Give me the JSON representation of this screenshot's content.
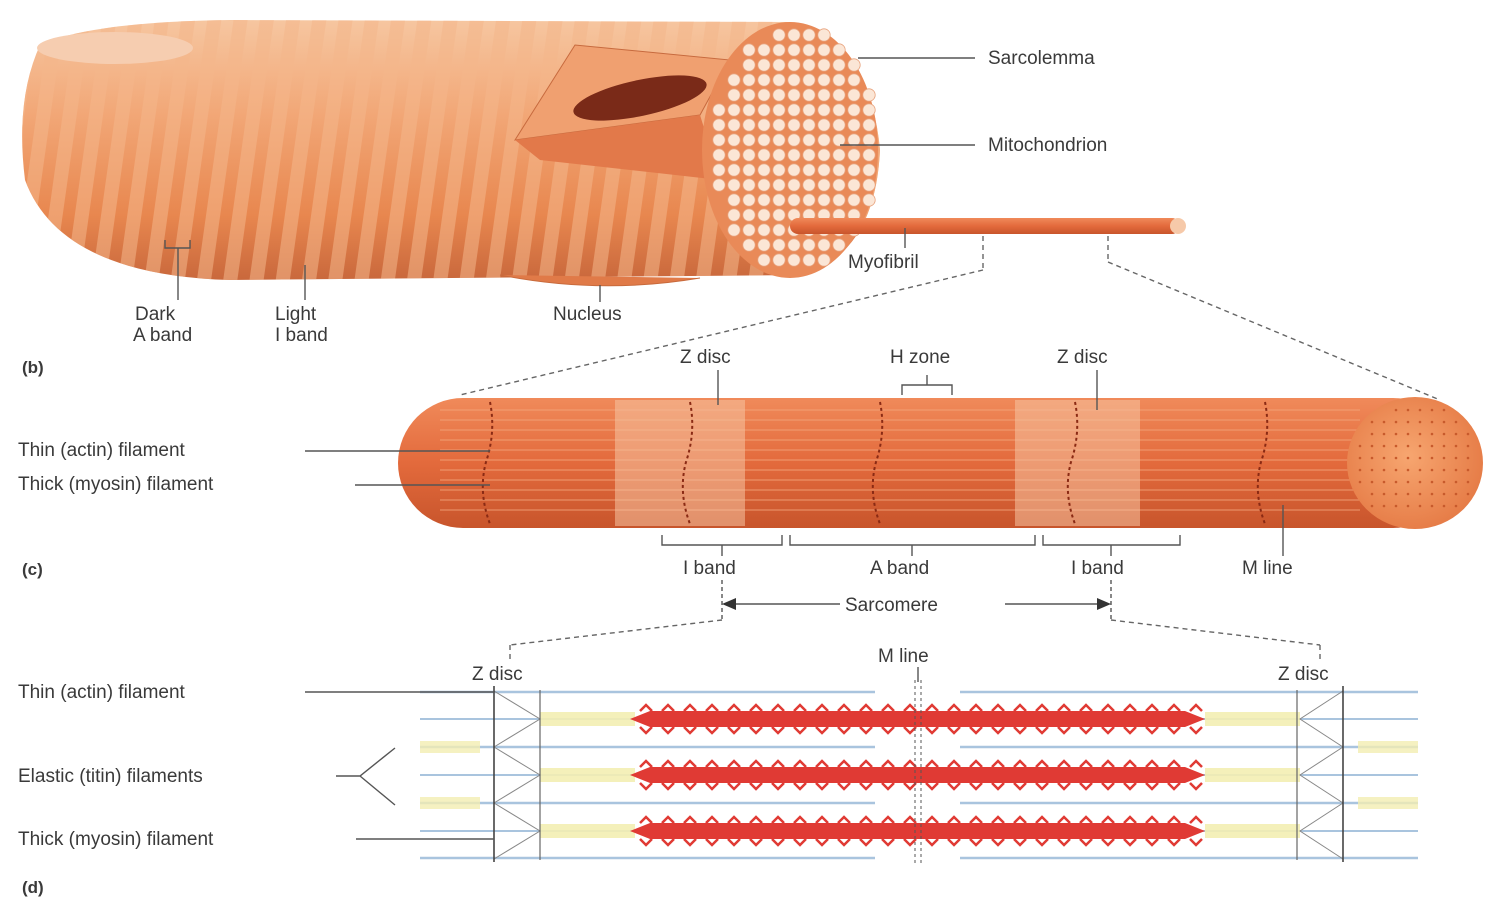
{
  "panel_b": {
    "letter": "(b)",
    "labels": {
      "sarcolemma": "Sarcolemma",
      "mitochondrion": "Mitochondrion",
      "myofibril": "Myofibril",
      "dark_a_band_1": "Dark",
      "dark_a_band_2": "A band",
      "light_i_band_1": "Light",
      "light_i_band_2": "I band",
      "nucleus": "Nucleus"
    }
  },
  "panel_c": {
    "letter": "(c)",
    "labels": {
      "z_disc_left": "Z disc",
      "h_zone": "H zone",
      "z_disc_right": "Z disc",
      "thin_filament": "Thin (actin) filament",
      "thick_filament": "Thick (myosin) filament",
      "i_band_left": "I band",
      "a_band": "A band",
      "i_band_right": "I band",
      "m_line": "M line",
      "sarcomere": "Sarcomere"
    }
  },
  "panel_d": {
    "letter": "(d)",
    "labels": {
      "z_disc_left": "Z disc",
      "m_line": "M line",
      "z_disc_right": "Z disc",
      "thin_filament": "Thin (actin) filament",
      "elastic_filaments": "Elastic (titin) filaments",
      "thick_filament": "Thick (myosin) filament"
    }
  },
  "colors": {
    "fiber_light": "#f7c9a4",
    "fiber_mid": "#ec8f5c",
    "fiber_dark": "#d9653a",
    "myosin_red": "#e03a34",
    "actin_blue": "#a9c4de",
    "titin_yellow": "#f3eeb2"
  }
}
